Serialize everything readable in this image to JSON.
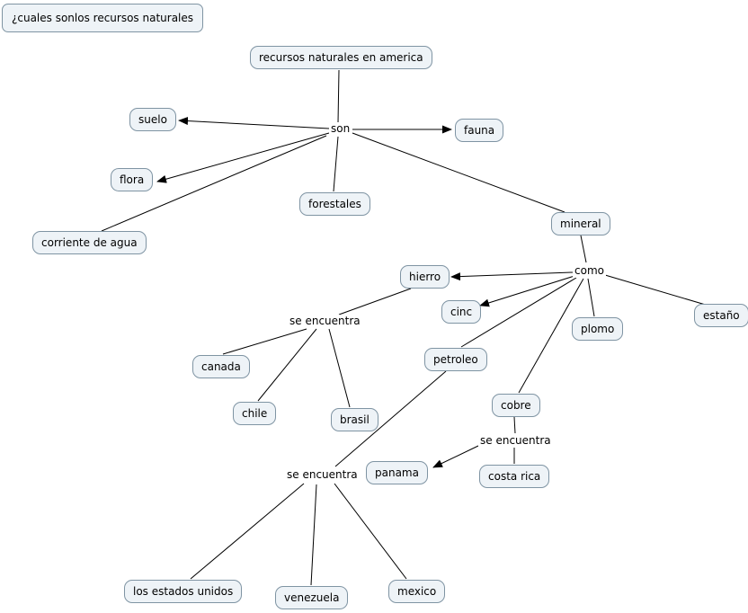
{
  "diagram_title": "recursos naturales en america",
  "colors": {
    "node_bg": "#eef3f7",
    "node_border": "#7f94a3",
    "line": "#000000",
    "background": "#ffffff"
  },
  "nodes": {
    "question": {
      "label": "¿cuales sonlos recursos naturales"
    },
    "root": {
      "label": "recursos naturales en america"
    },
    "suelo": {
      "label": "suelo"
    },
    "fauna": {
      "label": "fauna"
    },
    "flora": {
      "label": "flora"
    },
    "forestales": {
      "label": "forestales"
    },
    "corriente": {
      "label": "corriente de agua"
    },
    "mineral": {
      "label": "mineral"
    },
    "hierro": {
      "label": "hierro"
    },
    "cinc": {
      "label": "cinc"
    },
    "plomo": {
      "label": "plomo"
    },
    "estano": {
      "label": "estaño"
    },
    "canada": {
      "label": "canada"
    },
    "chile": {
      "label": "chile"
    },
    "brasil": {
      "label": "brasil"
    },
    "petroleo": {
      "label": "petroleo"
    },
    "cobre": {
      "label": "cobre"
    },
    "panama": {
      "label": "panama"
    },
    "costarica": {
      "label": "costa rica"
    },
    "estados": {
      "label": "los estados unidos"
    },
    "venezuela": {
      "label": "venezuela"
    },
    "mexico": {
      "label": "mexico"
    }
  },
  "link_labels": {
    "son": {
      "label": "son"
    },
    "como": {
      "label": "como"
    },
    "se_encuentra_hierro": {
      "label": "se encuentra"
    },
    "se_encuentra_cobre": {
      "label": "se  encuentra"
    },
    "se_encuentra_petroleo": {
      "label": "se encuentra"
    }
  },
  "edges": [
    {
      "from": "recursos naturales en america",
      "label": "son",
      "to": "suelo",
      "arrow": true
    },
    {
      "from": "recursos naturales en america",
      "label": "son",
      "to": "fauna",
      "arrow": true
    },
    {
      "from": "recursos naturales en america",
      "label": "son",
      "to": "flora",
      "arrow": true
    },
    {
      "from": "recursos naturales en america",
      "label": "son",
      "to": "forestales",
      "arrow": false
    },
    {
      "from": "recursos naturales en america",
      "label": "son",
      "to": "corriente de agua",
      "arrow": false
    },
    {
      "from": "recursos naturales en america",
      "label": "son",
      "to": "mineral",
      "arrow": false
    },
    {
      "from": "mineral",
      "label": "como",
      "to": "hierro",
      "arrow": true
    },
    {
      "from": "mineral",
      "label": "como",
      "to": "cinc",
      "arrow": true
    },
    {
      "from": "mineral",
      "label": "como",
      "to": "plomo",
      "arrow": false
    },
    {
      "from": "mineral",
      "label": "como",
      "to": "estaño",
      "arrow": false
    },
    {
      "from": "mineral",
      "label": "como",
      "to": "petroleo",
      "arrow": false
    },
    {
      "from": "mineral",
      "label": "como",
      "to": "cobre",
      "arrow": false
    },
    {
      "from": "hierro",
      "label": "se encuentra",
      "to": "canada",
      "arrow": false
    },
    {
      "from": "hierro",
      "label": "se encuentra",
      "to": "chile",
      "arrow": false
    },
    {
      "from": "hierro",
      "label": "se encuentra",
      "to": "brasil",
      "arrow": false
    },
    {
      "from": "petroleo",
      "label": "se encuentra",
      "to": "los estados unidos",
      "arrow": false
    },
    {
      "from": "petroleo",
      "label": "se encuentra",
      "to": "venezuela",
      "arrow": false
    },
    {
      "from": "petroleo",
      "label": "se encuentra",
      "to": "mexico",
      "arrow": false
    },
    {
      "from": "cobre",
      "label": "se  encuentra",
      "to": "panama",
      "arrow": true
    },
    {
      "from": "cobre",
      "label": "se  encuentra",
      "to": "costa rica",
      "arrow": false
    }
  ]
}
